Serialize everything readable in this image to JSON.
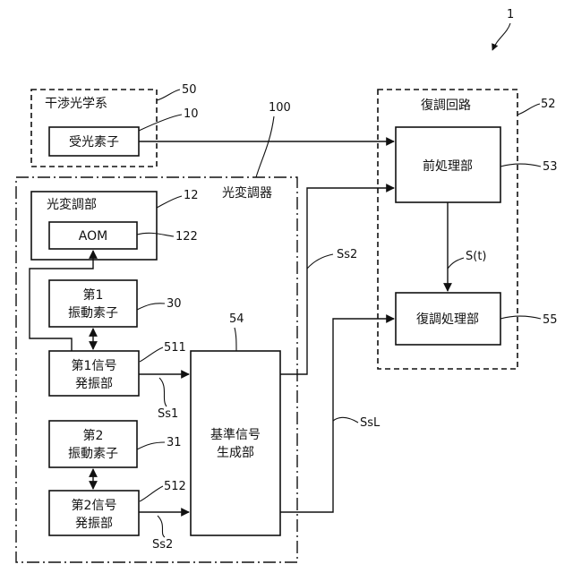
{
  "figure": {
    "number": "1"
  },
  "groups": {
    "interference": {
      "label": "干渉光学系",
      "ref": "50"
    },
    "modulator": {
      "label": "光変調器",
      "ref": "100"
    },
    "demod_circuit": {
      "label": "復調回路",
      "ref": "52"
    }
  },
  "blocks": {
    "light_receiver": {
      "label": "受光素子",
      "ref": "10"
    },
    "optical_modulation": {
      "label": "光変調部",
      "ref": "12"
    },
    "aom": {
      "label": "AOM",
      "ref": "122"
    },
    "vib1": {
      "line1": "第1",
      "line2": "振動素子",
      "ref": "30"
    },
    "osc1": {
      "line1": "第1信号",
      "line2": "発振部",
      "ref": "511"
    },
    "vib2": {
      "line1": "第2",
      "line2": "振動素子",
      "ref": "31"
    },
    "osc2": {
      "line1": "第2信号",
      "line2": "発振部",
      "ref": "512"
    },
    "ref_gen": {
      "line1": "基準信号",
      "line2": "生成部",
      "ref": "54"
    },
    "preprocess": {
      "label": "前処理部",
      "ref": "53"
    },
    "demod_proc": {
      "label": "復調処理部",
      "ref": "55"
    }
  },
  "signals": {
    "ss1": "Ss1",
    "ss2_osc": "Ss2",
    "ss2_out": "Ss2",
    "ssl": "SsL",
    "st": "S(t)"
  }
}
